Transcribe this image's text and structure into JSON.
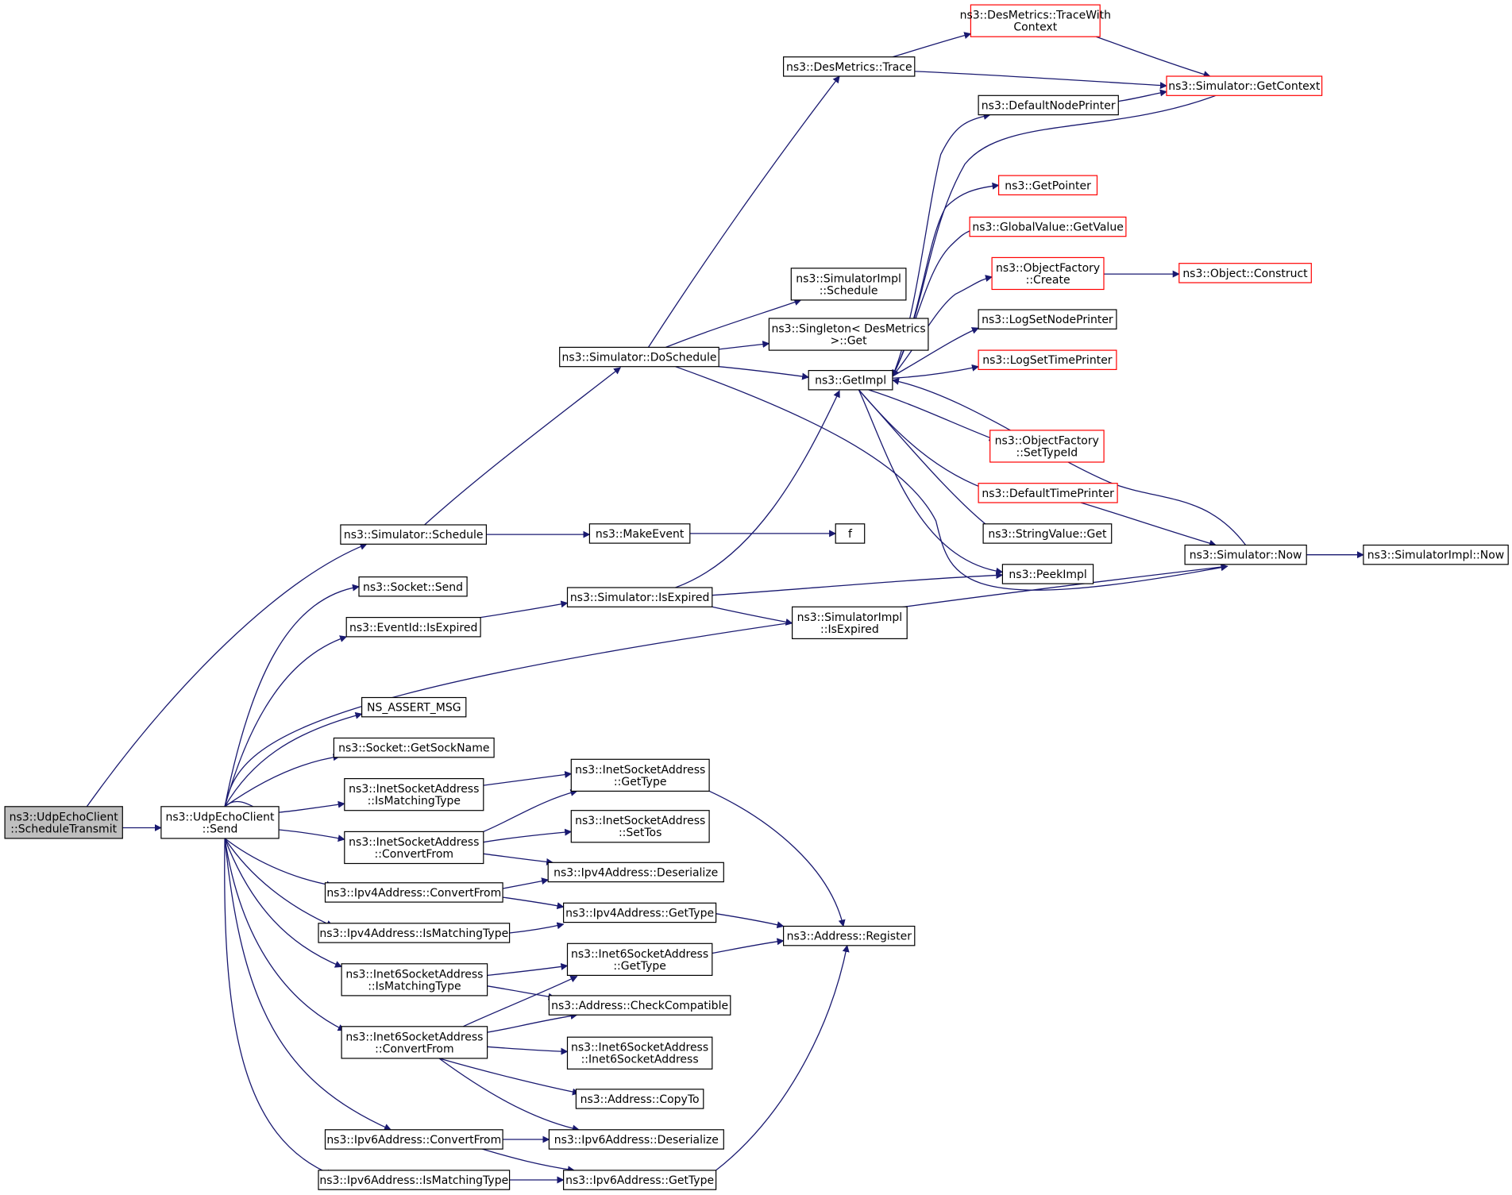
{
  "graph": {
    "edge_color": "#191970",
    "truncated_border_color": "#ff0000",
    "focus_fill": "#bfbfbf",
    "nodes": [
      {
        "id": "schedtx",
        "lines": [
          "ns3::UdpEchoClient",
          "::ScheduleTransmit"
        ],
        "focus": true
      },
      {
        "id": "send",
        "lines": [
          "ns3::UdpEchoClient",
          "::Send"
        ]
      },
      {
        "id": "simsched",
        "lines": [
          "ns3::Simulator::Schedule"
        ]
      },
      {
        "id": "sockSend",
        "lines": [
          "ns3::Socket::Send"
        ]
      },
      {
        "id": "evIsExp",
        "lines": [
          "ns3::EventId::IsExpired"
        ]
      },
      {
        "id": "nsassert",
        "lines": [
          "NS_ASSERT_MSG"
        ]
      },
      {
        "id": "getSockName",
        "lines": [
          "ns3::Socket::GetSockName"
        ]
      },
      {
        "id": "inetIsMatch",
        "lines": [
          "ns3::InetSocketAddress",
          "::IsMatchingType"
        ]
      },
      {
        "id": "inetConv",
        "lines": [
          "ns3::InetSocketAddress",
          "::ConvertFrom"
        ]
      },
      {
        "id": "ipv4Conv",
        "lines": [
          "ns3::Ipv4Address::ConvertFrom"
        ]
      },
      {
        "id": "ipv4IsMatch",
        "lines": [
          "ns3::Ipv4Address::IsMatchingType"
        ]
      },
      {
        "id": "inet6IsMatch",
        "lines": [
          "ns3::Inet6SocketAddress",
          "::IsMatchingType"
        ]
      },
      {
        "id": "inet6Conv",
        "lines": [
          "ns3::Inet6SocketAddress",
          "::ConvertFrom"
        ]
      },
      {
        "id": "ipv6Conv",
        "lines": [
          "ns3::Ipv6Address::ConvertFrom"
        ]
      },
      {
        "id": "ipv6IsMatch",
        "lines": [
          "ns3::Ipv6Address::IsMatchingType"
        ]
      },
      {
        "id": "doSched",
        "lines": [
          "ns3::Simulator::DoSchedule"
        ]
      },
      {
        "id": "makeEvent",
        "lines": [
          "ns3::MakeEvent"
        ]
      },
      {
        "id": "simIsExp",
        "lines": [
          "ns3::Simulator::IsExpired"
        ]
      },
      {
        "id": "inetGetType",
        "lines": [
          "ns3::InetSocketAddress",
          "::GetType"
        ]
      },
      {
        "id": "inetSetTos",
        "lines": [
          "ns3::InetSocketAddress",
          "::SetTos"
        ]
      },
      {
        "id": "ipv4Deser",
        "lines": [
          "ns3::Ipv4Address::Deserialize"
        ]
      },
      {
        "id": "ipv4GetType",
        "lines": [
          "ns3::Ipv4Address::GetType"
        ]
      },
      {
        "id": "inet6GetType",
        "lines": [
          "ns3::Inet6SocketAddress",
          "::GetType"
        ]
      },
      {
        "id": "checkCompat",
        "lines": [
          "ns3::Address::CheckCompatible"
        ]
      },
      {
        "id": "inet6Ctor",
        "lines": [
          "ns3::Inet6SocketAddress",
          "::Inet6SocketAddress"
        ]
      },
      {
        "id": "copyTo",
        "lines": [
          "ns3::Address::CopyTo"
        ]
      },
      {
        "id": "ipv6Deser",
        "lines": [
          "ns3::Ipv6Address::Deserialize"
        ]
      },
      {
        "id": "ipv6GetType",
        "lines": [
          "ns3::Ipv6Address::GetType"
        ]
      },
      {
        "id": "desTrace",
        "lines": [
          "ns3::DesMetrics::Trace"
        ]
      },
      {
        "id": "implSched",
        "lines": [
          "ns3::SimulatorImpl",
          "::Schedule"
        ]
      },
      {
        "id": "singleton",
        "lines": [
          "ns3::Singleton< DesMetrics",
          ">::Get"
        ]
      },
      {
        "id": "getImpl",
        "lines": [
          "ns3::GetImpl"
        ]
      },
      {
        "id": "f",
        "lines": [
          "f"
        ]
      },
      {
        "id": "implIsExp",
        "lines": [
          "ns3::SimulatorImpl",
          "::IsExpired"
        ]
      },
      {
        "id": "addrReg",
        "lines": [
          "ns3::Address::Register"
        ]
      },
      {
        "id": "traceWith",
        "lines": [
          "ns3::DesMetrics::TraceWith",
          "Context"
        ],
        "truncated": true
      },
      {
        "id": "defNodePrinter",
        "lines": [
          "ns3::DefaultNodePrinter"
        ]
      },
      {
        "id": "getPointer",
        "lines": [
          "ns3::GetPointer"
        ],
        "truncated": true
      },
      {
        "id": "gvGetValue",
        "lines": [
          "ns3::GlobalValue::GetValue"
        ],
        "truncated": true
      },
      {
        "id": "ofCreate",
        "lines": [
          "ns3::ObjectFactory",
          "::Create"
        ],
        "truncated": true
      },
      {
        "id": "logSetNode",
        "lines": [
          "ns3::LogSetNodePrinter"
        ]
      },
      {
        "id": "logSetTime",
        "lines": [
          "ns3::LogSetTimePrinter"
        ],
        "truncated": true
      },
      {
        "id": "ofSetTypeId",
        "lines": [
          "ns3::ObjectFactory",
          "::SetTypeId"
        ],
        "truncated": true
      },
      {
        "id": "defTimePrinter",
        "lines": [
          "ns3::DefaultTimePrinter"
        ],
        "truncated": true
      },
      {
        "id": "strGet",
        "lines": [
          "ns3::StringValue::Get"
        ]
      },
      {
        "id": "peekImpl",
        "lines": [
          "ns3::PeekImpl"
        ]
      },
      {
        "id": "simGetCtx",
        "lines": [
          "ns3::Simulator::GetContext"
        ],
        "truncated": true
      },
      {
        "id": "objConstruct",
        "lines": [
          "ns3::Object::Construct"
        ],
        "truncated": true
      },
      {
        "id": "simNow",
        "lines": [
          "ns3::Simulator::Now"
        ]
      },
      {
        "id": "implNow",
        "lines": [
          "ns3::SimulatorImpl::Now"
        ]
      }
    ]
  }
}
